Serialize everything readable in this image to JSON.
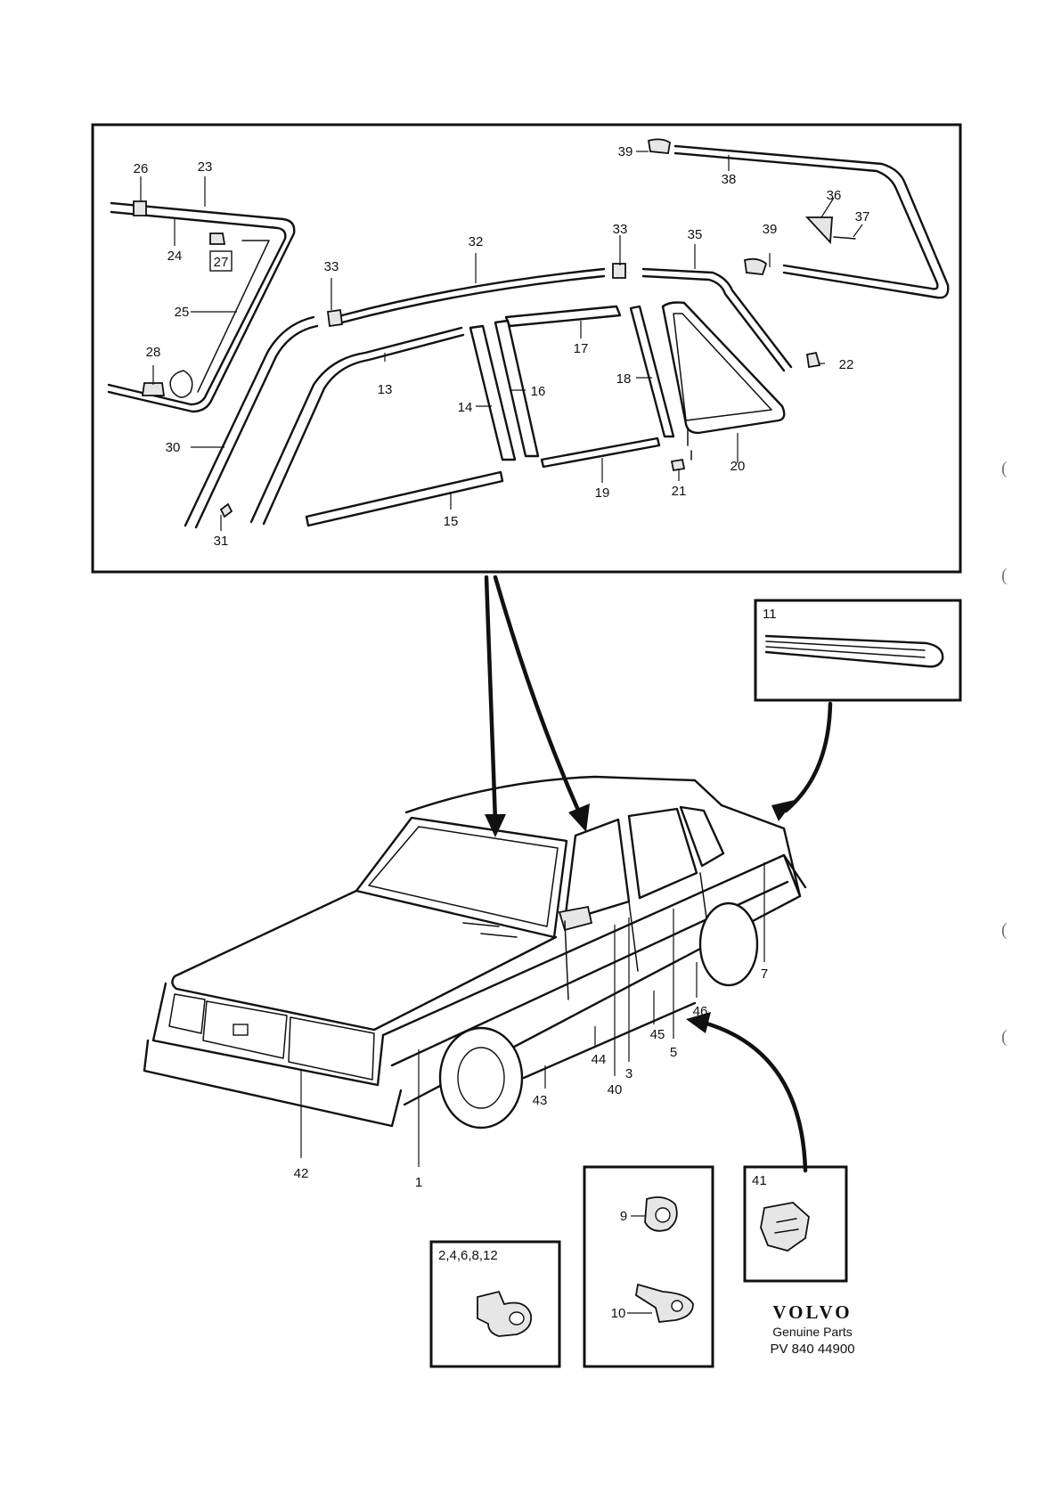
{
  "diagram": {
    "manufacturer": "VOLVO",
    "tagline": "Genuine Parts",
    "publication_code": "PV 840 44900",
    "detail_window_labels": {
      "p23": "23",
      "p24": "24",
      "p25": "25",
      "p26": "26",
      "p27": "27",
      "p28": "28",
      "p30": "30",
      "p31": "31",
      "p32": "32",
      "p33a": "33",
      "p33b": "33",
      "p13": "13",
      "p14": "14",
      "p15": "15",
      "p16": "16",
      "p17": "17",
      "p18": "18",
      "p19": "19",
      "p20": "20",
      "p21": "21",
      "p22": "22",
      "p35": "35",
      "p36": "36",
      "p37": "37",
      "p38": "38",
      "p39a": "39",
      "p39b": "39"
    },
    "car_labels": {
      "p1": "1",
      "p3": "3",
      "p5": "5",
      "p7": "7",
      "p40": "40",
      "p42": "42",
      "p43": "43",
      "p44": "44",
      "p45": "45",
      "p46": "46"
    },
    "inset_labels": {
      "p11": "11",
      "p41": "41",
      "p9": "9",
      "p10": "10",
      "clip_group": "2,4,6,8,12"
    },
    "margin_marks": [
      "(",
      "(",
      "(",
      "("
    ]
  }
}
